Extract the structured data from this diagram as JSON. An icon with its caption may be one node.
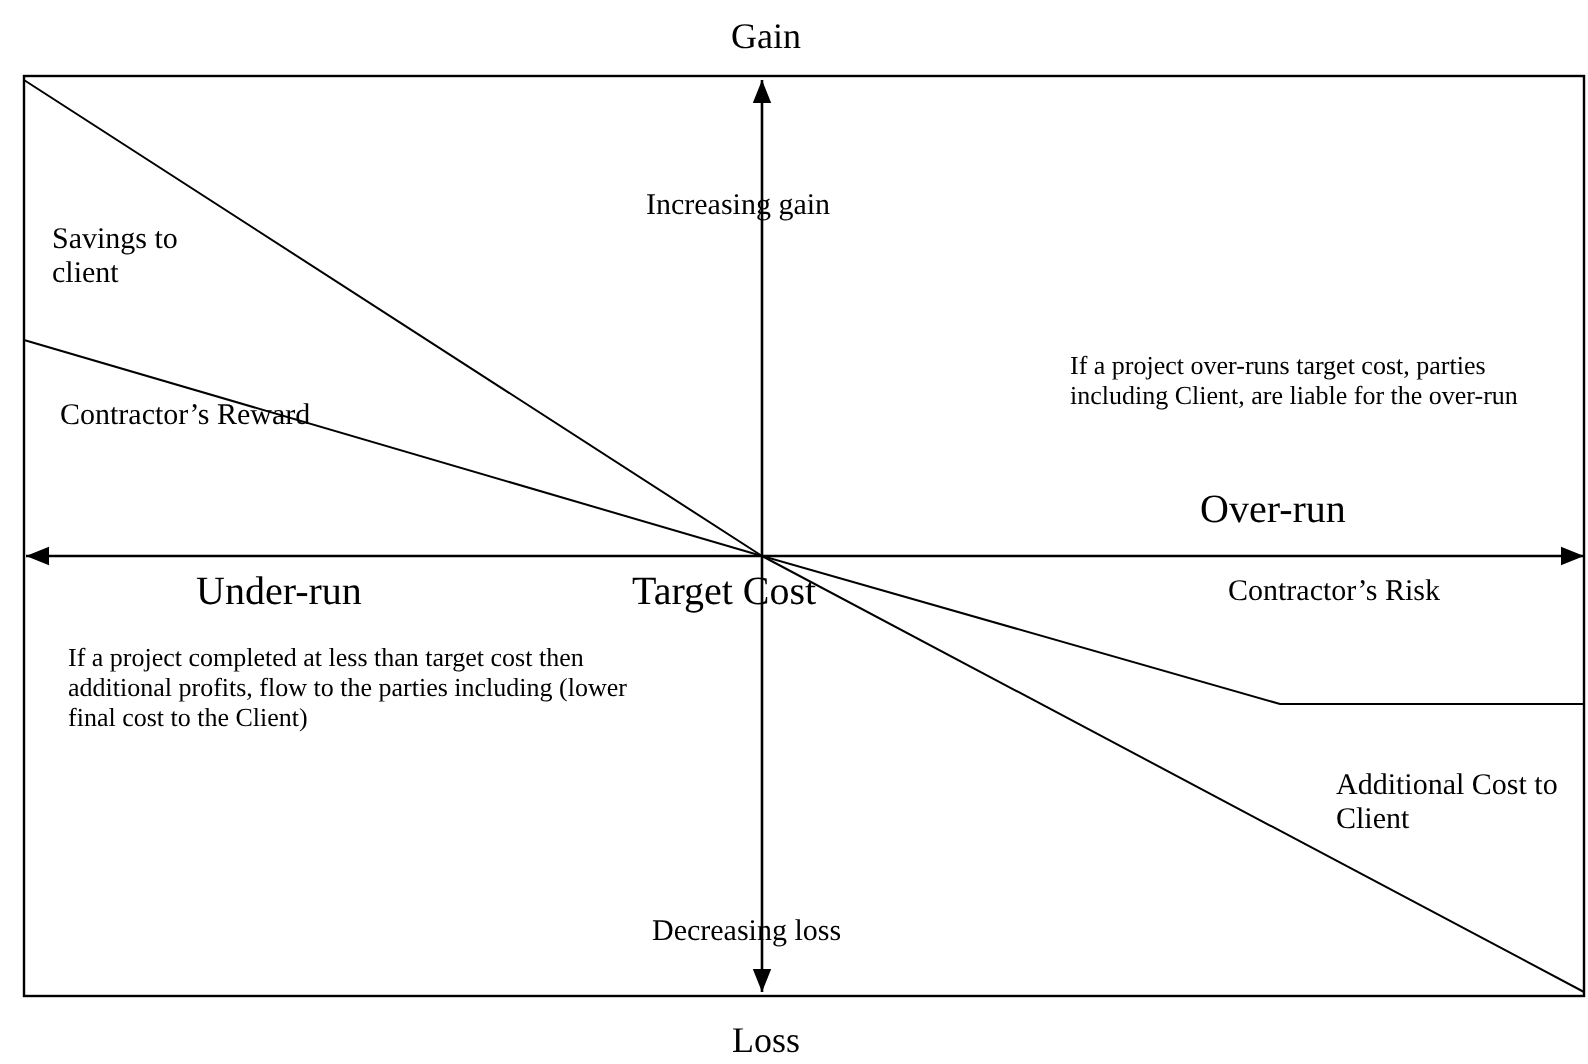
{
  "diagram": {
    "labels": [
      "Gain",
      "Increasing gain",
      "Savings to client",
      "If a project over-runs target cost, parties including Client, are liable for the over-run",
      "Contractor’s Reward",
      "Over-run",
      "Under-run",
      "Target Cost",
      "Contractor’s Risk",
      "If a project completed at less than target cost then additional profits, flow to the parties including (lower final cost to the Client)",
      "Additional Cost  to Client",
      "Decreasing loss",
      "Loss"
    ]
  }
}
